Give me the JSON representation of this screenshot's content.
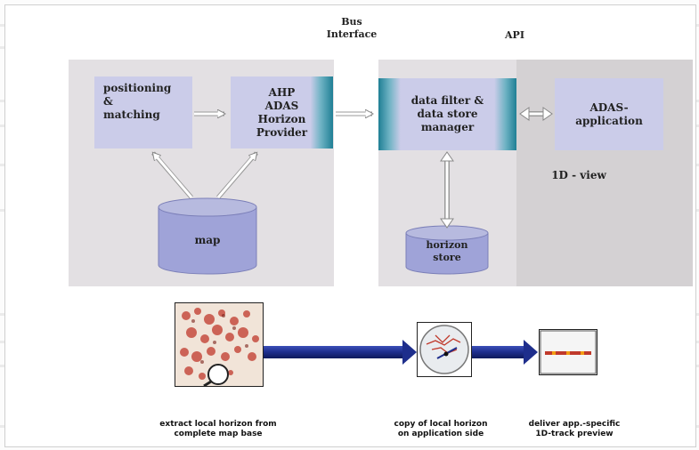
{
  "header": {
    "bus_interface": "Bus\nInterface",
    "api": "API"
  },
  "boxes": {
    "positioning": "positioning\n&\nmatching",
    "ahp": "AHP\nADAS\nHorizon\nProvider",
    "data_filter": "data filter &\ndata store\nmanager",
    "adas_application": "ADAS-\napplication"
  },
  "cylinders": {
    "map": "map",
    "horizon_store": "horizon\nstore"
  },
  "view_label": "1D - view",
  "captions": {
    "extract": "extract local horizon from\ncomplete map base",
    "copy": "copy of local horizon\non application side",
    "deliver": "deliver app.-specific\n1D-track preview"
  },
  "colors": {
    "panel": "#e3e0e3",
    "box": "#cbcce9",
    "teal": "#1f7f95",
    "arrow_blue": "#1e2e8c"
  }
}
